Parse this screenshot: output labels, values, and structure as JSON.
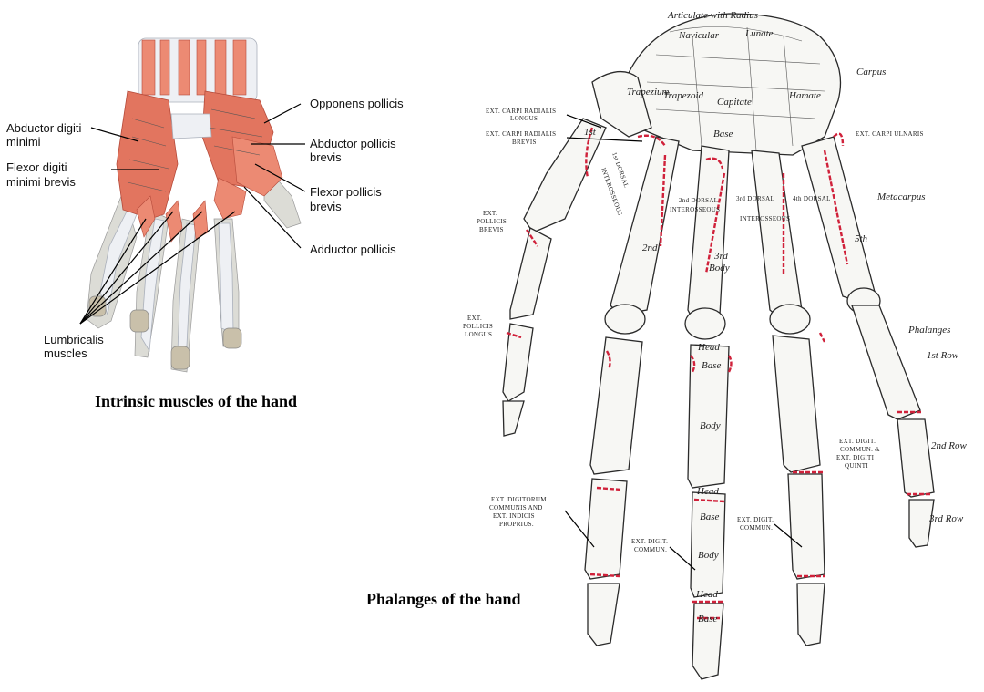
{
  "muscles_figure": {
    "caption": "Intrinsic muscles of the hand",
    "labels": {
      "abductor_digiti_minimi": [
        "Abductor digiti",
        "minimi"
      ],
      "flexor_digiti_minimi_brevis": [
        "Flexor digiti",
        "minimi brevis"
      ],
      "opponens_pollicis": [
        "Opponens pollicis"
      ],
      "abductor_pollicis_brevis": [
        "Abductor pollicis",
        "brevis"
      ],
      "flexor_pollicis_brevis": [
        "Flexor pollicis",
        "brevis"
      ],
      "adductor_pollicis": [
        "Adductor pollicis"
      ],
      "lumbricalis_muscles": [
        "Lumbricalis",
        "muscles"
      ]
    }
  },
  "bones_figure": {
    "caption": "Phalanges of the hand",
    "region_labels": {
      "carpus": "Carpus",
      "metacarpus": "Metacarpus",
      "phalanges": "Phalanges",
      "row1": "1st Row",
      "row2": "2nd Row",
      "row3": "3rd Row"
    },
    "carpal_labels": {
      "articulate": "Articulate with Radius",
      "navicular": "Navicular",
      "lunate": "Lunate",
      "capitate": "Capitate",
      "hamate": "Hamate",
      "trapezium": "Trapezium",
      "trapezoid": "Trapezoid"
    },
    "bone_parts": {
      "base_top": "Base",
      "third": "3rd",
      "second": "2nd",
      "fifth": "5th",
      "body_meta": "Body",
      "head1": "Head",
      "base1": "Base",
      "body1": "Body",
      "head2": "Head",
      "base2": "Base",
      "body2": "Body",
      "head3": "Head",
      "base3": "Base",
      "first_mc": "1st",
      "dorsal2": "2nd DORSAL",
      "dorsal3": "3rd DORSAL",
      "interosseous1": "INTEROSSEOUS",
      "interosseous2": "INTEROSSEOUS",
      "interosseous3": "INTEROSSEOUS",
      "dorsal1": "1st DORSAL",
      "dorsal4": "4th DORSAL"
    },
    "attachment_labels": {
      "ecr_longus": [
        "EXT. CARPI RADIALIS",
        "LONGUS"
      ],
      "ecr_brevis": [
        "EXT. CARPI RADIALIS",
        "BREVIS"
      ],
      "ext_carpi_ulnaris": [
        "EXT. CARPI ULNARIS"
      ],
      "ext_pollicis_brevis": [
        "EXT.",
        "POLLICIS",
        "BREVIS"
      ],
      "ext_pollicis_longus": [
        "EXT.",
        "POLLICIS",
        "LONGUS"
      ],
      "ext_digit_quinti": [
        "EXT. DIGIT.",
        "COMMUN. &",
        "EXT. DIGITI",
        "QUINTI"
      ],
      "ext_digitorum": [
        "EXT. DIGITORUM",
        "COMMUNIS AND",
        "EXT. INDICIS",
        "PROPRIUS."
      ],
      "ext_digit_commun_a": [
        "EXT. DIGIT.",
        "COMMUN."
      ],
      "ext_digit_commun_b": [
        "EXT. DIGIT.",
        "COMMUN."
      ]
    }
  }
}
